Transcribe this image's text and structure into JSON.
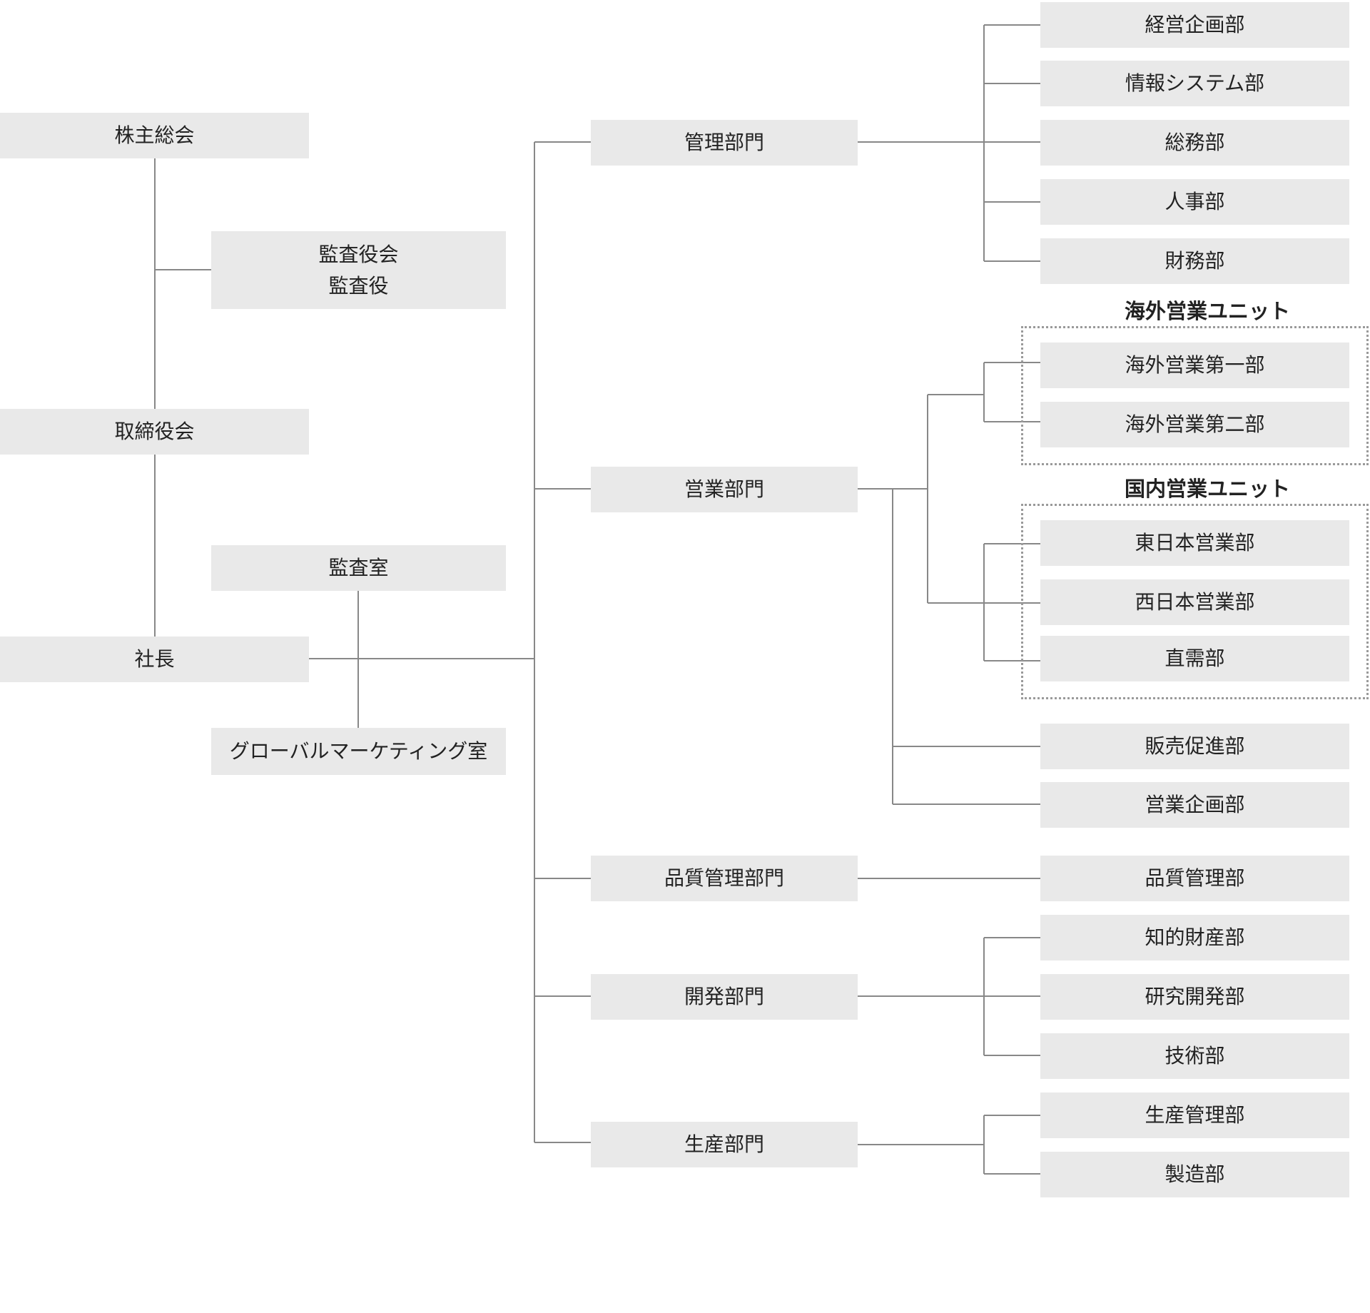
{
  "diagram": {
    "top": {
      "shareholders": "株主総会",
      "auditors": [
        "監査役会",
        "監査役"
      ],
      "board": "取締役会",
      "president": "社長",
      "audit_office": "監査室",
      "marketing_office": "グローバルマーケティング室"
    },
    "divisions": {
      "admin": "管理部門",
      "sales": "営業部門",
      "quality": "品質管理部門",
      "development": "開発部門",
      "production": "生産部門"
    },
    "departments": {
      "admin": [
        "経営企画部",
        "情報システム部",
        "総務部",
        "人事部",
        "財務部"
      ],
      "overseas": [
        "海外営業第一部",
        "海外営業第二部"
      ],
      "domestic": [
        "東日本営業部",
        "西日本営業部",
        "直需部"
      ],
      "sales_direct": [
        "販売促進部",
        "営業企画部"
      ],
      "quality": [
        "品質管理部"
      ],
      "development": [
        "知的財産部",
        "研究開発部",
        "技術部"
      ],
      "production": [
        "生産管理部",
        "製造部"
      ]
    },
    "units": {
      "overseas": "海外営業ユニット",
      "domestic": "国内営業ユニット"
    },
    "colors": {
      "box": "#e9e9e9",
      "line": "#888888",
      "unit_border": "#9a9a9a",
      "text": "#222222"
    }
  }
}
